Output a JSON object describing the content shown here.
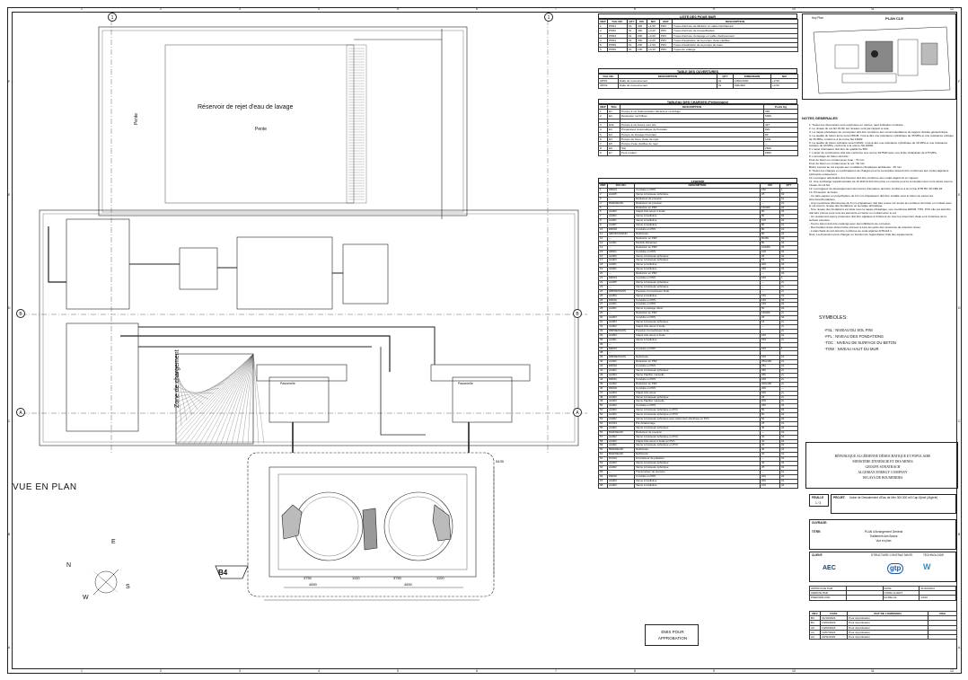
{
  "drawing": {
    "grid_numbers": [
      "1",
      "2",
      "3",
      "4",
      "5",
      "6",
      "7",
      "8",
      "9",
      "10",
      "11",
      "12"
    ],
    "grid_letters": [
      "F",
      "E",
      "D",
      "C",
      "B",
      "A"
    ],
    "axis_labels": [
      "B",
      "B",
      "A",
      "A",
      "1",
      "1"
    ],
    "view_title": "VUE EN PLAN",
    "reservoir_label": "Réservoir de rejet d'eau de lavage",
    "slope_label": "Pente",
    "zone_label": "Zone de chargement",
    "passerelle": "Passerelle",
    "tag_b4": "B4",
    "stamp_line1": "ÉMIS POUR",
    "stamp_line2": "APPROBATION",
    "dims": [
      "3750",
      "1100",
      "3750",
      "1100",
      "4850",
      "4850",
      "5435"
    ],
    "north": {
      "n": "N",
      "s": "S",
      "e": "E",
      "w": "W"
    }
  },
  "pipes_table": {
    "title": "LISTE DES PIQUE MUR",
    "headers": [
      "REP",
      "TAG NO.",
      "QTY",
      "DN",
      "DIMENSION",
      "NIV",
      "MAT",
      "DESCRIPTION"
    ],
    "rows": [
      [
        "1",
        "PPR1",
        "01",
        "400",
        "+1.50",
        "PRV",
        "Tuyau d'arrivée de filtration en sable Décharnant"
      ],
      [
        "2",
        "PPR2",
        "01",
        "400",
        "+0.20",
        "PRV",
        "Tuyau d'arrivée de tranquillisation"
      ],
      [
        "3",
        "PPR3",
        "01",
        "200",
        "+0.20",
        "PRV",
        "Tuyau d'arrivée du lavage en sable d'achèvement"
      ],
      [
        "4",
        "PPR4",
        "01",
        "300",
        "+0.20",
        "PRV",
        "Tuyau d'aspiration de la pompe d'eau clarifiée"
      ],
      [
        "5",
        "PPR5",
        "01",
        "200",
        "+1.50",
        "PRV",
        "Tuyau d'aspiration de la pompe de boue"
      ],
      [
        "6",
        "PPR6",
        "01",
        "100",
        "+0.20",
        "PRV",
        "Tuyau de vidange"
      ]
    ]
  },
  "openings_table": {
    "title": "TABLE DES OUVERTURES",
    "headers": [
      "TAG NO.",
      "DESCRIPTION",
      "QTY",
      "DIMENSION",
      "NIV"
    ],
    "rows": [
      [
        "OPR1",
        "Dalle de recouvrement",
        "01",
        "1000x1000",
        "+0.50"
      ],
      [
        "OPR2",
        "Dalle de recouvrement",
        "01",
        "600x600",
        "+0.50"
      ]
    ]
  },
  "loads_table": {
    "title": "TABLEAU DES CHARGES (Préliminaire)",
    "headers": [
      "REP",
      "TAG",
      "DESCRIPTION",
      "Poids Kg"
    ],
    "rows": [
      [
        "1",
        "E1",
        "Pompe à vis d'alimentation décanteur centrifuge",
        "350"
      ],
      [
        "2",
        "E2",
        "Décanteur centrifuge",
        "6000"
      ],
      [
        "",
        "",
        "",
        ""
      ],
      [
        "3",
        "E3a",
        "Pompe à vis boues vers silo",
        "467"
      ],
      [
        "4",
        "E3",
        "Préparateur Automatique de floculant",
        "820"
      ],
      [
        "5",
        "E4",
        "Pompe de Dosage Floculant",
        "80"
      ],
      [
        "6",
        "E4",
        "Pompe de boue d'eau de rejet",
        "1311"
      ],
      [
        "7",
        "E5",
        "Pompe d'eau clarifiée de rejet",
        "—"
      ],
      [
        "8",
        "E6",
        "Silo",
        "2600"
      ],
      [
        "9",
        "E7",
        "Pont roulant",
        "8000"
      ]
    ]
  },
  "legend_table": {
    "title": "Légende",
    "headers": [
      "REP",
      "TAG NO.",
      "DESCRIPTION",
      "DN",
      "QTY"
    ],
    "rows": [
      [
        "1",
        "DR001",
        "Conduite en PRV",
        "150",
        "1"
      ],
      [
        "2",
        "AA025",
        "Vanne à boisseau sphérique",
        "25",
        "02"
      ],
      [
        "3",
        "—",
        "Réducteur de pression",
        "—",
        "01"
      ],
      [
        "4",
        "BGR/DE200",
        "Réducteur de pression",
        "—",
        "01"
      ],
      [
        "5",
        "—",
        "Réduction en PRV",
        "150x80",
        "02"
      ],
      [
        "6",
        "AA002",
        "Clapet Anti-retour à boule",
        "80",
        "02"
      ],
      [
        "7",
        "AA001",
        "Vanne à Guillotine",
        "80",
        "02"
      ],
      [
        "8",
        "AA001",
        "Vanne à Guillotine",
        "100",
        "02"
      ],
      [
        "9",
        "AA007",
        "Vanne à Guillotine",
        "80",
        "01"
      ],
      [
        "10",
        "DR002",
        "Conduite en PRV",
        "80",
        "01"
      ],
      [
        "11",
        "SB/N/DN/VENN",
        "Débitmètre",
        "80",
        "01"
      ],
      [
        "12",
        "—",
        "Réduction en PRV",
        "80x50",
        "02"
      ],
      [
        "13",
        "AA001",
        "Flexible Décanteur",
        "80",
        "02"
      ],
      [
        "14",
        "—",
        "Réduction en PRV",
        "100x80",
        "02"
      ],
      [
        "15",
        "AR001",
        "Conduite en PRV",
        "100",
        "02"
      ],
      [
        "16",
        "AA002",
        "Vanne à boisseau sphérique",
        "25",
        "02"
      ],
      [
        "17",
        "AA003",
        "Vanne à boisseau sphérique",
        "15",
        "02"
      ],
      [
        "18",
        "AA001",
        "Vanne à Guillotine",
        "200",
        "02"
      ],
      [
        "19",
        "AA001",
        "Vanne à Guillotine",
        "250",
        "01"
      ],
      [
        "20",
        "—",
        "Réduction en PRV",
        "—",
        "02"
      ],
      [
        "21",
        "DR001",
        "Conduite en PRV",
        "150",
        "1"
      ],
      [
        "22",
        "AA025",
        "Vanne à boisseau sphérique",
        "—",
        "2x"
      ],
      [
        "23",
        "—",
        "Vanne à boisseau sphérique",
        "—",
        "2x"
      ],
      [
        "24",
        "DBPRESSION",
        "Pression-Convertisseur flotte",
        "—",
        "2x"
      ],
      [
        "25",
        "AA003",
        "Vanne à Guillotine",
        "150",
        "01"
      ],
      [
        "26",
        "DR002",
        "Conduite en PRV",
        "150",
        "02"
      ],
      [
        "27",
        "AA001",
        "Conduite en PRV",
        "150",
        "02"
      ],
      [
        "28",
        "AA001",
        "Vanne à passage direct",
        "50",
        "02"
      ],
      [
        "29",
        "—",
        "Réduction en PRV",
        "150x80",
        "2x"
      ],
      [
        "30",
        "AA003",
        "Conduite en PRV",
        "25",
        "02"
      ],
      [
        "31",
        "AA003",
        "Vanne à boisseau sphérique",
        "15",
        "2x"
      ],
      [
        "32",
        "AA002",
        "Clapet Anti-retour à boule",
        "—",
        "2x"
      ],
      [
        "33",
        "DBPRESSION",
        "Pression-Convertisseur flotte",
        "—",
        "2x"
      ],
      [
        "34",
        "AA003",
        "Clapet Anti-retour à boule",
        "150",
        "01"
      ],
      [
        "35",
        "AA001",
        "Vanne à Guillotine",
        "150",
        "2x"
      ],
      [
        "36",
        "—",
        "",
        "",
        ""
      ],
      [
        "37",
        "DR001",
        "Conduite en PRV",
        "150",
        "1"
      ],
      [
        "38",
        "—",
        "",
        "",
        ""
      ],
      [
        "39",
        "DBPRESSION",
        "Débitmètre",
        "150",
        "01"
      ],
      [
        "40",
        "AA002",
        "Réduction en PRV",
        "250x150",
        "01"
      ],
      [
        "41",
        "DR002",
        "Conduite en PRV",
        "250",
        "01"
      ],
      [
        "42",
        "AA001",
        "Vanne à boisseau sphérique",
        "250",
        "2x"
      ],
      [
        "43",
        "AA003",
        "Vanne Papillon manuelle",
        "250",
        "2x"
      ],
      [
        "44",
        "DR001",
        "Conduite en PRV",
        "150",
        "2x"
      ],
      [
        "45",
        "AA002",
        "Réduction en PRV",
        "200x150",
        "2x"
      ],
      [
        "46",
        "DR002",
        "Conduite en PRV",
        "200",
        "—"
      ],
      [
        "47",
        "AA003",
        "Clapet Anti-retour",
        "200",
        "2x"
      ],
      [
        "48",
        "AA002",
        "Vanne à boisseau sphérique",
        "25",
        "2x"
      ],
      [
        "49",
        "AA003",
        "Vanne Papillon manuelle",
        "200",
        "2x"
      ],
      [
        "50",
        "AA002",
        "Conduite en PRV",
        "250",
        "02"
      ],
      [
        "51",
        "AA003",
        "Vanne à boisseau sphérique en PVC",
        "50",
        "02"
      ],
      [
        "52",
        "AA002",
        "Vanne à boisseau sphérique en PVC",
        "50",
        "02"
      ],
      [
        "53",
        "AA002",
        "Vanne à boisseau sphérique avec actionneur électrique en PVC",
        "50",
        "02"
      ],
      [
        "54",
        "DC001",
        "Pot d'étalonnage",
        "25",
        "01"
      ],
      [
        "55",
        "AA002",
        "Vanne à boisseau sphérique",
        "40",
        "02"
      ],
      [
        "56",
        "BGR/DE200",
        "Réducteur de pression",
        "—",
        "01"
      ],
      [
        "57",
        "AA002",
        "Vanne à boisseau sphérique en PVC",
        "40",
        "02"
      ],
      [
        "58",
        "AA002",
        "Clapet Anti-retour à boule en PVC",
        "40",
        "02"
      ],
      [
        "59",
        "AA002",
        "Vanne à boisseau sphérique en PVC",
        "40",
        "02"
      ],
      [
        "60",
        "BGR/DE200",
        "Débitmètre",
        "40",
        "01"
      ],
      [
        "61",
        "BGR/DE200",
        "Débitmètre",
        "40",
        "01"
      ],
      [
        "62",
        "DC001",
        "Amortisseur de pulsation",
        "—",
        "01"
      ],
      [
        "63",
        "AA002",
        "Vanne à boisseau sphérique",
        "40",
        "02"
      ],
      [
        "64",
        "AA002",
        "Vanne à boisseau sphérique",
        "25",
        "02"
      ],
      [
        "65",
        "—",
        "Transmetteur de pression",
        "—",
        "01"
      ],
      [
        "66",
        "DR002",
        "Conduite en PRV",
        "200",
        "02"
      ],
      [
        "67",
        "AA003",
        "Vanne à Guillotine",
        "200",
        "01"
      ],
      [
        "68",
        "AA003",
        "Vanne à Guillotine",
        "100",
        "02"
      ]
    ]
  },
  "keyplan": {
    "label": "Key Plan",
    "title": "PLAN CLE"
  },
  "notes": {
    "heading": "NOTES GENERALES",
    "items": [
      "1. Toutes les dimensions sont exprimées en mètres, sauf indication contraire.",
      "2. Le niveau du sol fini ±0.00; les niveaux sont par rapport à cela.",
      "3. La nappe phréatique de conception doit être conforme aux recommandations du rapport d'étude géotechnique.",
      "4. La qualité du béton armé sera C35/45, c'est-à-dire une résistance cylindrique de 35 MPa et une résistance cubique de 45 MPa, conforme à la norme NA 16002.",
      "5. La qualité du béton ordinaire sera C16/20, c'est-à-dire une résistance cylindrique de 16 MPa et une résistance cubique de 20 MPa, conforme à la norme NA 16002.",
      "6. L'acier d'armature doit être de qualité Fe 500.",
      "7. L'acier de construction doit être conforme à la norme S275JR avec une limite d'élasticité de 275 MPa.",
      "8. L'enrobage du béton doit être :",
      "Pour du béton en contact avec l'eau : 75 mm",
      "Pour du béton en contact avec le sol : 50 mm",
      "Béton exposé au sol exposé aux conditions climatiques ambiantes : 45 mm",
      "9. Toutes les charges et combinaisons de charges pour la conception doivent être conformes aux codes algériens pertinents uniquement.",
      "10. La largeur admissible des fissures doit être conforme aux codes algériens en vigueur.",
      "11. Une surcharge supplémentaire de 10 kN/m2 doit être prise en compte pour la conception des murs situés sous le niveau du sol fini.",
      "12. La longueur de développement des barres d'armature doit être conforme à la norme DTR BC 40 CBA 93.",
      "13. Protection du béton :",
      "- Un pare-vapeur en polyéthylène de 0.4 mm d'épaisseur doit être installé sous le béton de toutes les structures/fondations.",
      "- Une membrane bitumineuse de 5 mm d'épaisseur doit être posée sur toutes les surfaces de béton en contact avec le sol sous le niveau des fondations ou la nappe phréatique.",
      "- Si le niveau des fondations est situé sous la nappe phréatique, une membrane EPDM, TPO, PVC elle est étanche doit être prévue pour tous les éléments en béton en contact avec le sol.",
      "- Un revêtement époxy protecteur doit être appliqué à l'intérieur de tous les réservoirs d'eau et à l'extérieur de la surface exposée.",
      "- Tout le béton doit être mélangé avec des inhibiteurs de corrosion.",
      "- Des bandes d'eau doivent être prévues à tous les joints des structures de rétention d'eau.",
      "- L'étanchéité du toit doit être conforme au code algérien DTR-E4.1.",
      "Note: La dimension peut changer en fonction de l'approbation final des équipements."
    ]
  },
  "symbols": {
    "heading": "SYMBOLES:",
    "items": [
      "-FSL : NIVEAU DU SOL FINI",
      "-FFL : NIVEAU DES FONDATIONS",
      "-TOC : NIVEAU DE SURFACE DU BETON",
      "-TOW : NIVEAU HAUT DU MUR"
    ]
  },
  "titleblock": {
    "republic": [
      "RÉPUBLIQUE ALGÉRIENNE DÉMOCRATIQUE ET POPULAIRE",
      "MINISTERE D'ENERGIE ET DES MINES",
      "GROUPE SONATRACH",
      "ALGERIAN ENERGY COMPANY",
      "WILAYA DE BOUMERDES"
    ],
    "sheet_label": "FEUILLE",
    "sheet_value": "1 / 3",
    "project_label": "PROJET:",
    "project_value": "Usine de Dessalement d'Eau de Mer 300.000 m3 Cap Djinet (Algérie)",
    "work_label": "OUVRAGE:",
    "title_label": "TITRE:",
    "title_lines": [
      "PLAN d'Arrangement Général",
      "Traitement des Boues",
      "Vue en plan"
    ],
    "client_label": "CLIENT:",
    "contractor_label": "STRUCTURE CONTRACTANTE",
    "tech_label": "TECHNOLOGIE",
    "logo_aec": "AEC",
    "logo_gtp": "gtp",
    "logo_w": "W",
    "prepared_label": "APPROUVE PAR",
    "checked_label": "VERIFIE PAR",
    "drawn_label": "PREPARE PAR",
    "date_label": "DATE",
    "client_code_label": "CODE CLIENT",
    "scale_label": "ECHELLE",
    "date_value": "31/10/2024",
    "scale_value": "1/100",
    "rev_headers": [
      "REV",
      "DATE",
      "BUT DE L'EMISSION",
      "VISA"
    ],
    "revs": [
      [
        "B0",
        "31/10/2024",
        "Pour Approbation"
      ],
      [
        "B1",
        "13/09/2024",
        "Pour Approbation"
      ],
      [
        "A0",
        "13/09/2024",
        "Pour Approbation"
      ],
      [
        "A1",
        "12/07/2024",
        "Pour Approbation"
      ],
      [
        "A2",
        "20/11/2024",
        "Pour Approbation"
      ]
    ]
  }
}
